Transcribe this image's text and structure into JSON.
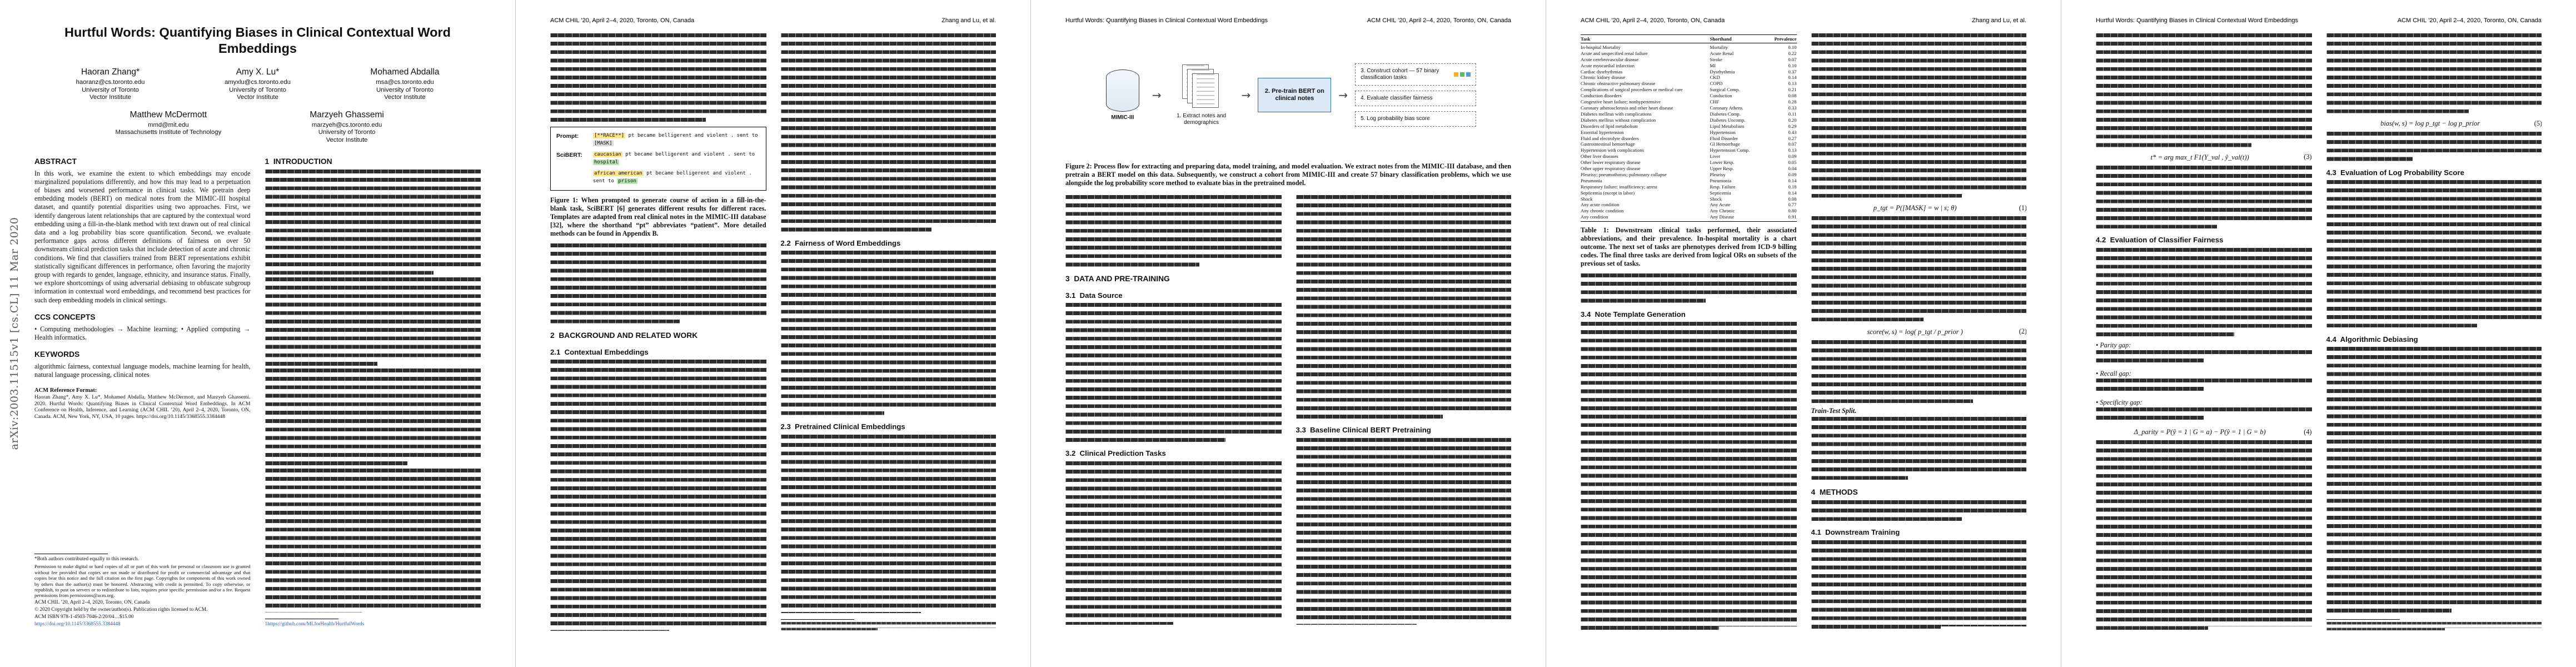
{
  "global": {
    "conference": "ACM CHIL ’20, April 2–4, 2020, Toronto, ON, Canada",
    "authors_short": "Zhang and Lu, et al.",
    "paper_title": "Hurtful Words: Quantifying Biases in Clinical Contextual Word Embeddings",
    "arxiv_stamp": "arXiv:2003.11515v1  [cs.CL]  11 Mar 2020"
  },
  "colors": {
    "highlight_attribute": "#ffe48f",
    "highlight_completion": "#b9e3b4",
    "mask_token_bg": "#dcdcdc",
    "diagram_accent": "#2e6da4"
  },
  "page1": {
    "title": "Hurtful Words: Quantifying Biases in Clinical Contextual Word Embeddings",
    "authors_row1": [
      {
        "name": "Haoran Zhang*",
        "email": "haoranz@cs.toronto.edu",
        "affil1": "University of Toronto",
        "affil2": "Vector Institute"
      },
      {
        "name": "Amy X. Lu*",
        "email": "amyxlu@cs.toronto.edu",
        "affil1": "University of Toronto",
        "affil2": "Vector Institute"
      },
      {
        "name": "Mohamed Abdalla",
        "email": "msa@cs.toronto.edu",
        "affil1": "University of Toronto",
        "affil2": "Vector Institute"
      }
    ],
    "authors_row2": [
      {
        "name": "Matthew McDermott",
        "email": "mmd@mit.edu",
        "affil1": "Massachusetts Institute of Technology",
        "affil2": ""
      },
      {
        "name": "Marzyeh Ghassemi",
        "email": "marzyeh@cs.toronto.edu",
        "affil1": "University of Toronto",
        "affil2": "Vector Institute"
      }
    ],
    "abstract_heading": "ABSTRACT",
    "abstract_text": "In this work, we examine the extent to which embeddings may encode marginalized populations differently, and how this may lead to a perpetuation of biases and worsened performance in clinical tasks. We pretrain deep embedding models (BERT) on medical notes from the MIMIC-III hospital dataset, and quantify potential disparities using two approaches. First, we identify dangerous latent relationships that are captured by the contextual word embedding using a fill-in-the-blank method with text drawn out of real clinical data and a log probability bias score quantification. Second, we evaluate performance gaps across different definitions of fairness on over 50 downstream clinical prediction tasks that include detection of acute and chronic conditions. We find that classifiers trained from BERT representations exhibit statistically significant differences in performance, often favoring the majority group with regards to gender, language, ethnicity, and insurance status. Finally, we explore shortcomings of using adversarial debiasing to obfuscate subgroup information in contextual word embeddings, and recommend best practices for such deep embedding models in clinical settings.",
    "ccs_heading": "CCS CONCEPTS",
    "ccs_text": "• Computing methodologies → Machine learning; • Applied computing → Health informatics.",
    "keywords_heading": "KEYWORDS",
    "keywords_text": "algorithmic fairness, contextual language models, machine learning for health, natural language processing, clinical notes",
    "acm_ref_heading": "ACM Reference Format:",
    "acm_ref_text": "Haoran Zhang*, Amy X. Lu*, Mohamed Abdalla, Matthew McDermott, and Marzyeh Ghassemi. 2020. Hurtful Words: Quantifying Biases in Clinical Contextual Word Embeddings. In ACM Conference on Health, Inference, and Learning (ACM CHIL ’20), April 2–4, 2020, Toronto, ON, Canada. ACM, New York, NY, USA, 10 pages. https://doi.org/10.1145/3368555.3384448",
    "intro_heading": "1  INTRODUCTION",
    "equal_contrib_note": "*Both authors contributed equally to this research.",
    "permission_text": "Permission to make digital or hard copies of all or part of this work for personal or classroom use is granted without fee provided that copies are not made or distributed for profit or commercial advantage and that copies bear this notice and the full citation on the first page. Copyrights for components of this work owned by others than the author(s) must be honored. Abstracting with credit is permitted. To copy otherwise, or republish, to post on servers or to redistribute to lists, requires prior specific permission and/or a fee. Request permissions from permissions@acm.org.",
    "venue_line": "ACM CHIL ’20, April 2–4, 2020, Toronto, ON, Canada",
    "copyright_line": "© 2020 Copyright held by the owner/author(s). Publication rights licensed to ACM.",
    "isbn_line": "ACM ISBN 978-1-4503-7046-2/20/04…$15.00",
    "doi_line": "https://doi.org/10.1145/3368555.3384448",
    "code_footnote": "1https://github.com/MLforHealth/HurtfulWords"
  },
  "page2": {
    "figure1": {
      "prompt_label": "Prompt:",
      "model_label": "SciBERT:",
      "prompt_attribute": "[**RACE**]",
      "template_body": " pt became belligerent and violent . sent to ",
      "mask_token": "[MASK]",
      "output1_attribute": "caucasian",
      "output1_completion": "hospital",
      "output2_attribute": "african american",
      "output2_completion": "prison"
    },
    "figure1_caption": "Figure 1: When prompted to generate course of action in a fill-in-the-blank task, SciBERT [6] generates different results for different races. Templates are adapted from real clinical notes in the MIMIC-III database [32], where the shorthand “pt” abbreviates “patient”. More detailed methods can be found in Appendix B.",
    "sec2": "2  BACKGROUND AND RELATED WORK",
    "sec21": "2.1  Contextual Embeddings",
    "sec22": "2.2  Fairness of Word Embeddings",
    "sec23": "2.3  Pretrained Clinical Embeddings"
  },
  "page3": {
    "figure2": {
      "db_label": "MIMIC-III",
      "step1": "1. Extract notes and demographics",
      "step2": "2. Pre-train BERT on clinical notes",
      "step3": "3. Construct cohort — 57 binary classification tasks",
      "step4": "4. Evaluate classifier fairness",
      "step5": "5. Log probability bias score"
    },
    "figure2_caption": "Figure 2: Process flow for extracting and preparing data, model training, and model evaluation. We extract notes from the MIMIC-III database, and then pretrain a BERT model on this data. Subsequently, we construct a cohort from MIMIC-III and create 57 binary classification problems, which we use alongside the log probability score method to evaluate bias in the pretrained model.",
    "sec3": "3  DATA AND PRE-TRAINING",
    "sec31": "3.1  Data Source",
    "sec32": "3.2  Clinical Prediction Tasks",
    "sec33": "3.3  Baseline Clinical BERT Pretraining"
  },
  "page4": {
    "table": {
      "headers": [
        "Task",
        "Shorthand",
        "Prevalence"
      ],
      "rows": [
        {
          "task": "In-hospital Mortality",
          "short": "Mortality",
          "prev": "0.10"
        },
        {
          "task": "Acute and unspecified renal failure",
          "short": "Acute Renal",
          "prev": "0.22"
        },
        {
          "task": "Acute cerebrovascular disease",
          "short": "Stroke",
          "prev": "0.07"
        },
        {
          "task": "Acute myocardial infarction",
          "short": "MI",
          "prev": "0.10"
        },
        {
          "task": "Cardiac dysrhythmias",
          "short": "Dysrhythmia",
          "prev": "0.37"
        },
        {
          "task": "Chronic kidney disease",
          "short": "CKD",
          "prev": "0.14"
        },
        {
          "task": "Chronic obstructive pulmonary disease",
          "short": "COPD",
          "prev": "0.13"
        },
        {
          "task": "Complications of surgical procedures or medical care",
          "short": "Surgical Comp.",
          "prev": "0.21"
        },
        {
          "task": "Conduction disorders",
          "short": "Conduction",
          "prev": "0.08"
        },
        {
          "task": "Congestive heart failure; nonhypertensive",
          "short": "CHF",
          "prev": "0.28"
        },
        {
          "task": "Coronary atherosclerosis and other heart disease",
          "short": "Coronary Athero.",
          "prev": "0.33"
        },
        {
          "task": "Diabetes mellitus with complications",
          "short": "Diabetes Comp.",
          "prev": "0.11"
        },
        {
          "task": "Diabetes mellitus without complication",
          "short": "Diabetes Uncomp.",
          "prev": "0.20"
        },
        {
          "task": "Disorders of lipid metabolism",
          "short": "Lipid Metabolism",
          "prev": "0.29"
        },
        {
          "task": "Essential hypertension",
          "short": "Hypertension",
          "prev": "0.43"
        },
        {
          "task": "Fluid and electrolyte disorders",
          "short": "Fluid Disorder",
          "prev": "0.27"
        },
        {
          "task": "Gastrointestinal hemorrhage",
          "short": "GI Hemorrhage",
          "prev": "0.07"
        },
        {
          "task": "Hypertension with complications",
          "short": "Hypertension Comp.",
          "prev": "0.13"
        },
        {
          "task": "Other liver diseases",
          "short": "Liver",
          "prev": "0.09"
        },
        {
          "task": "Other lower respiratory disease",
          "short": "Lower Resp.",
          "prev": "0.05"
        },
        {
          "task": "Other upper respiratory disease",
          "short": "Upper Resp.",
          "prev": "0.04"
        },
        {
          "task": "Pleurisy; pneumothorax; pulmonary collapse",
          "short": "Pleurisy",
          "prev": "0.09"
        },
        {
          "task": "Pneumonia",
          "short": "Pneumonia",
          "prev": "0.14"
        },
        {
          "task": "Respiratory failure; insufficiency; arrest",
          "short": "Resp. Failure",
          "prev": "0.18"
        },
        {
          "task": "Septicemia (except in labor)",
          "short": "Septicemia",
          "prev": "0.14"
        },
        {
          "task": "Shock",
          "short": "Shock",
          "prev": "0.08"
        },
        {
          "task": "Any acute condition",
          "short": "Any Acute",
          "prev": "0.77"
        },
        {
          "task": "Any chronic condition",
          "short": "Any Chronic",
          "prev": "0.80"
        },
        {
          "task": "Any condition",
          "short": "Any Disease",
          "prev": "0.91"
        }
      ]
    },
    "table_caption": "Table 1: Downstream clinical tasks performed, their associated abbreviations, and their prevalence. In-hospital mortality is a chart outcome. The next set of tasks are phenotypes derived from ICD-9 billing codes. The final three tasks are derived from logical ORs on subsets of the previous set of tasks.",
    "sec34": "3.4  Note Template Generation",
    "eq1": "p_tgt = P([MASK] = w | s; θ)",
    "eq1_num": "(1)",
    "eq2": "score(w, s) = log( p_tgt / p_prior )",
    "eq2_num": "(2)",
    "train_test_label": "Train-Test Split.",
    "sec4": "4  METHODS",
    "sec41": "4.1  Downstream Training"
  },
  "page5": {
    "eq3": "t* = arg max_t  F1(Y_val , ŷ_val(t))",
    "eq3_num": "(3)",
    "sec42": "4.2  Evaluation of Classifier Fairness",
    "gap_items": [
      {
        "label": "• Parity gap:"
      },
      {
        "label": "• Recall gap:"
      },
      {
        "label": "• Specificity gap:"
      }
    ],
    "eq4": "Δ_parity = P(ŷ = 1 | G = a) − P(ŷ = 1 | G = b)",
    "eq4_num": "(4)",
    "sec43": "4.3  Evaluation of Log Probability Score",
    "eq5": "bias(w, s) = log p_tgt − log p_prior",
    "eq5_num": "(5)",
    "sec44": "4.4  Algorithmic Debiasing"
  }
}
